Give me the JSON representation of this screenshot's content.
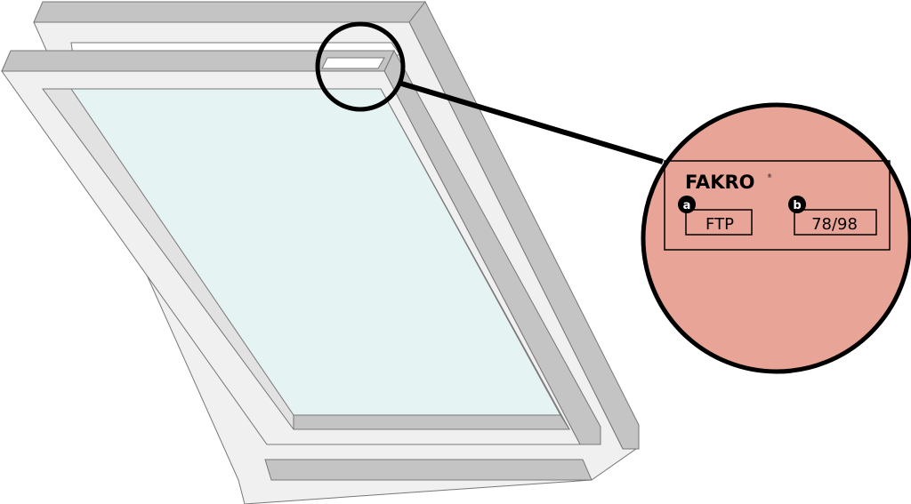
{
  "label_plate": {
    "brand": "FAKRO",
    "registered_mark": "®",
    "field_a": {
      "marker": "a",
      "value": "FTP"
    },
    "field_b": {
      "marker": "b",
      "value": "78/98"
    }
  },
  "colors": {
    "magnifier_fill": "#e8a597",
    "frame_light": "#f0f0f0",
    "frame_shade": "#c4c4c4",
    "glass": "#e6f3f3",
    "outline": "#000000"
  }
}
